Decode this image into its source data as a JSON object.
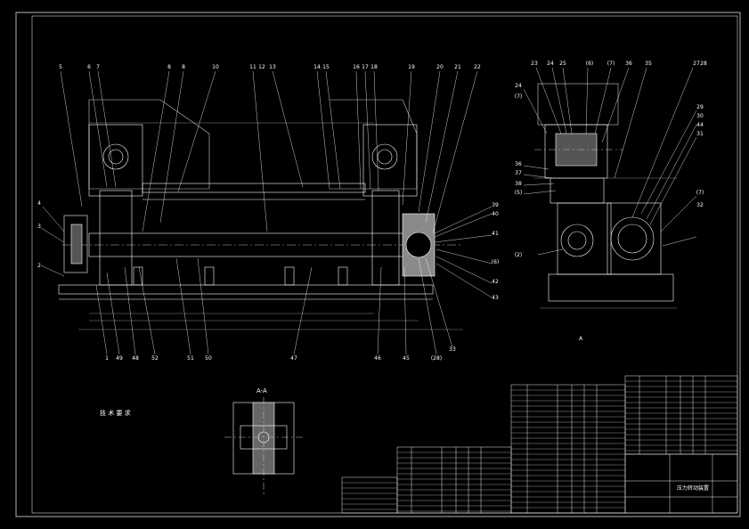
{
  "balloons_top": [
    "5",
    "6",
    "7",
    "8",
    "8",
    "10",
    "11",
    "12",
    "13",
    "14",
    "15",
    "16",
    "17",
    "18",
    "19",
    "20",
    "21",
    "22"
  ],
  "balloons_bottom": [
    "1",
    "49",
    "48",
    "52",
    "51",
    "50",
    "47",
    "46",
    "45",
    "(28)",
    "33"
  ],
  "balloons_left": [
    "4",
    "3",
    "2"
  ],
  "balloons_right_col": [
    "39",
    "40",
    "41",
    "(6)",
    "42",
    "43"
  ],
  "side_view_top": [
    "23",
    "24",
    "25",
    "(6)",
    "(7)",
    "36",
    "35",
    "27",
    "28"
  ],
  "side_view_left": [
    "24",
    "(7)",
    "36",
    "37",
    "38",
    "(5)",
    "(2)"
  ],
  "side_view_right": [
    "29",
    "30",
    "44",
    "31",
    "(7)",
    "32"
  ],
  "section_label": "A-A",
  "view_arrow_label": "A",
  "tech_req": {
    "title": "技 术 要 求"
  },
  "title_block": {
    "drawing_name": "压力转动装置"
  }
}
